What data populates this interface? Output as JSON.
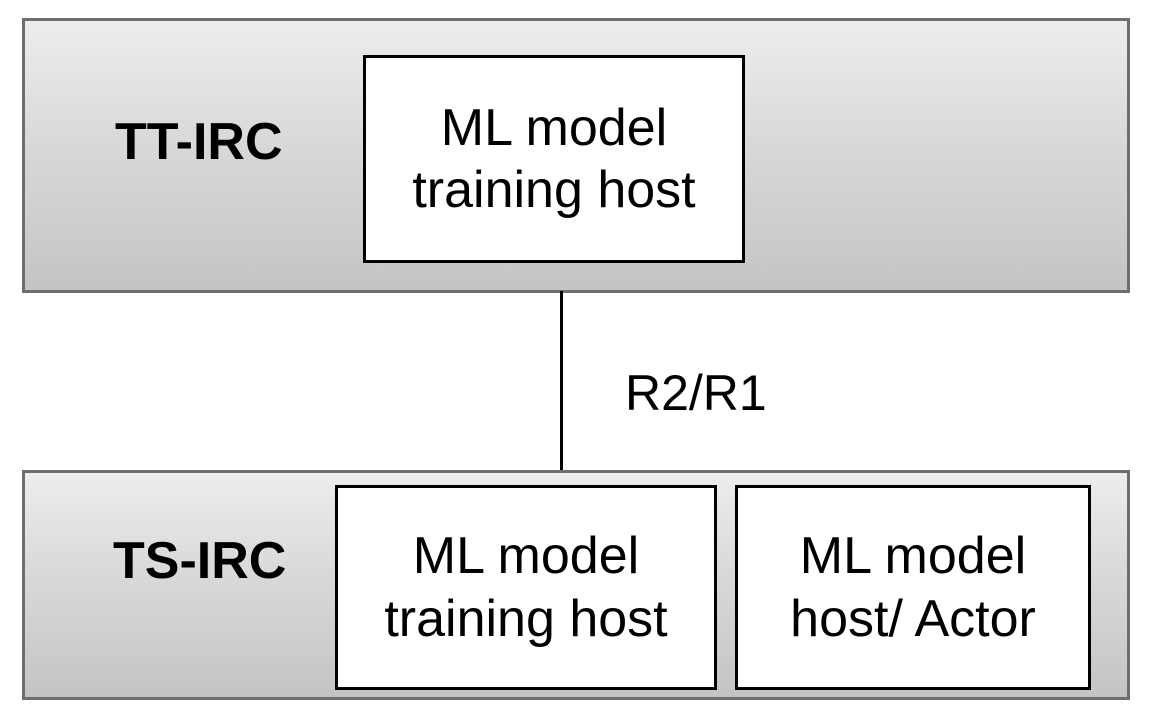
{
  "top_panel": {
    "label": "TT-IRC",
    "training_host": {
      "line1": "ML model",
      "line2": "training host"
    }
  },
  "connection": {
    "label": "R2/R1"
  },
  "bottom_panel": {
    "label": "TS-IRC",
    "training_host": {
      "line1": "ML model",
      "line2": "training host"
    },
    "actor_host": {
      "line1": "ML model",
      "line2": "host/ Actor"
    }
  },
  "colors": {
    "panel_border": "#6f6f6f",
    "panel_fill_top": "#ededed",
    "panel_fill_bottom": "#c4c4c4",
    "box_border": "#000000",
    "box_fill": "#ffffff"
  }
}
